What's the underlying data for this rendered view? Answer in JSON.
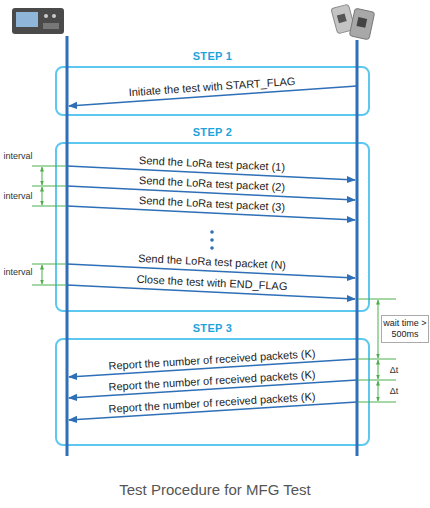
{
  "diagram": {
    "caption": "Test Procedure for MFG Test",
    "nodes": [
      {
        "text": [
          "STEP 1"
        ]
      },
      {
        "text": [
          "STEP 2"
        ]
      },
      {
        "text": [
          "STEP 3"
        ]
      }
    ],
    "labels": [
      "Initiate the test with START_FLAG",
      "interval",
      "Send the LoRa test packet (1)",
      "interval",
      "Send the LoRa test packet (2)",
      "Send the LoRa test packet (3)",
      "interval",
      "Send the LoRa test packet (N)",
      "Close the test with END_FLAG",
      "wait time > 500ms",
      "Report the number of received packets (K)",
      "Report the number of received packets (K)",
      "Report the number of received packets (K)",
      "Δt",
      "Δt"
    ]
  }
}
